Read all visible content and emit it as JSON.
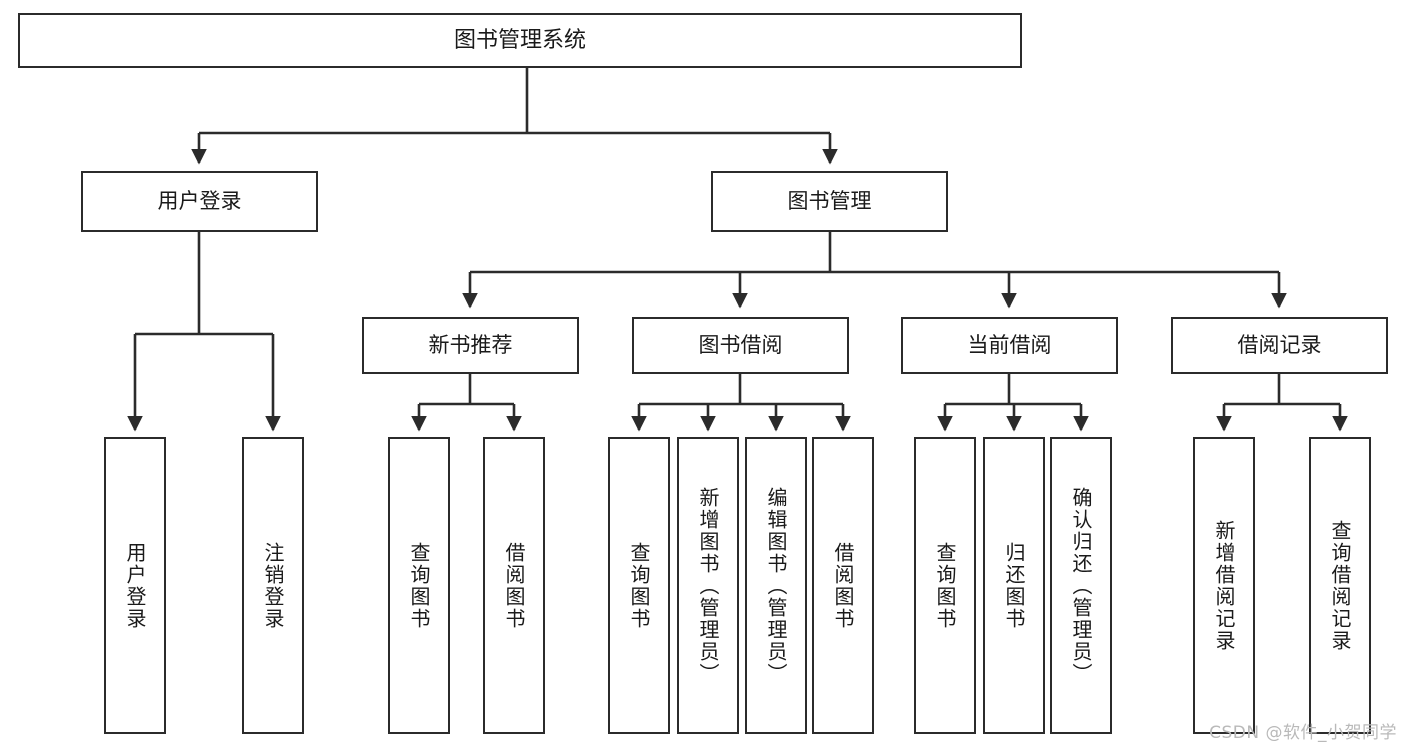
{
  "diagram": {
    "type": "tree",
    "title": "图书管理系统",
    "watermark": "CSDN @软件_小贺同学",
    "colors": {
      "background": "#ffffff",
      "stroke": "#2b2b2b",
      "node_fill": "#ffffff",
      "text": "#1a1a1a",
      "watermark": "#b9b9b9"
    },
    "nodes": {
      "root": {
        "label": "图书管理系统"
      },
      "level2": [
        {
          "id": "user-login",
          "label": "用户登录"
        },
        {
          "id": "book-manage",
          "label": "图书管理"
        }
      ],
      "level3": [
        {
          "id": "new-book-recommend",
          "label": "新书推荐"
        },
        {
          "id": "book-borrow",
          "label": "图书借阅"
        },
        {
          "id": "current-borrow",
          "label": "当前借阅"
        },
        {
          "id": "borrow-record",
          "label": "借阅记录"
        }
      ],
      "leaves": {
        "user_login": [
          {
            "id": "leaf-user-login",
            "label": "用户登录"
          },
          {
            "id": "leaf-logout-login",
            "label": "注销登录"
          }
        ],
        "new_book_recommend": [
          {
            "id": "leaf-query-book-1",
            "label": "查询图书"
          },
          {
            "id": "leaf-borrow-book-1",
            "label": "借阅图书"
          }
        ],
        "book_borrow": [
          {
            "id": "leaf-query-book-2",
            "label": "查询图书"
          },
          {
            "id": "leaf-add-book",
            "label": "新增图书（管理员）"
          },
          {
            "id": "leaf-edit-book",
            "label": "编辑图书（管理员）"
          },
          {
            "id": "leaf-borrow-book-2",
            "label": "借阅图书"
          }
        ],
        "current_borrow": [
          {
            "id": "leaf-query-book-3",
            "label": "查询图书"
          },
          {
            "id": "leaf-return-book",
            "label": "归还图书"
          },
          {
            "id": "leaf-confirm-return",
            "label": "确认归还（管理员）"
          }
        ],
        "borrow_record": [
          {
            "id": "leaf-add-record",
            "label": "新增借阅记录"
          },
          {
            "id": "leaf-query-record",
            "label": "查询借阅记录"
          }
        ]
      }
    }
  }
}
